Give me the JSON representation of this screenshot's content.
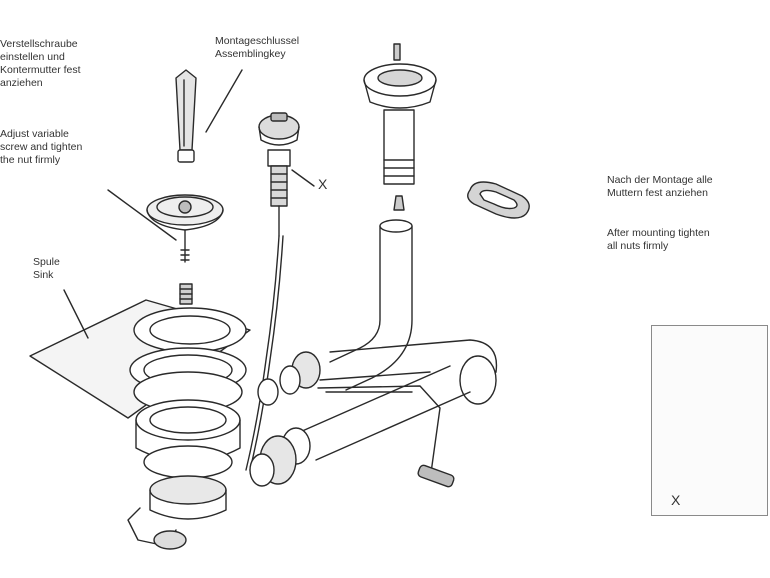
{
  "callouts": {
    "adjust_de": [
      "Verstellschraube",
      "einstellen und",
      "Kontermutter fest",
      "anziehen"
    ],
    "adjust_en": [
      "Adjust variable",
      "screw and tighten",
      "the nut firmly"
    ],
    "key": [
      "Montageschlussel",
      "Assemblingkey"
    ],
    "sink": [
      "Spule",
      "Sink"
    ],
    "mount_de": [
      "Nach der Montage alle",
      "Muttern fest anziehen"
    ],
    "mount_en": [
      "After mounting tighten",
      "all nuts firmly"
    ],
    "detail_marker": "X"
  },
  "colors": {
    "ink": "#2a2a2a",
    "shade": "#6e6e6e",
    "paper": "#ffffff"
  }
}
